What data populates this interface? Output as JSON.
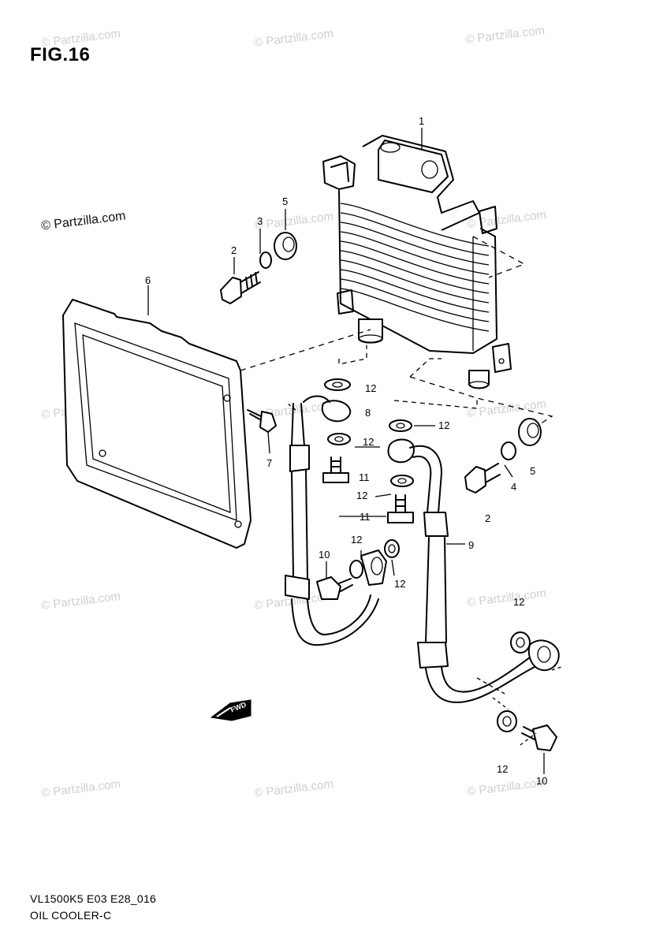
{
  "figure": {
    "title": "FIG.16"
  },
  "watermark": {
    "text": "© Partzilla.com"
  },
  "callouts": [
    {
      "id": "c1",
      "label": "1"
    },
    {
      "id": "c2a",
      "label": "2"
    },
    {
      "id": "c2b",
      "label": "2"
    },
    {
      "id": "c3",
      "label": "3"
    },
    {
      "id": "c4",
      "label": "4"
    },
    {
      "id": "c5a",
      "label": "5"
    },
    {
      "id": "c5b",
      "label": "5"
    },
    {
      "id": "c6",
      "label": "6"
    },
    {
      "id": "c7",
      "label": "7"
    },
    {
      "id": "c8",
      "label": "8"
    },
    {
      "id": "c9",
      "label": "9"
    },
    {
      "id": "c10a",
      "label": "10"
    },
    {
      "id": "c10b",
      "label": "10"
    },
    {
      "id": "c11a",
      "label": "11"
    },
    {
      "id": "c11b",
      "label": "11"
    },
    {
      "id": "c12a",
      "label": "12"
    },
    {
      "id": "c12b",
      "label": "12"
    },
    {
      "id": "c12c",
      "label": "12"
    },
    {
      "id": "c12d",
      "label": "12"
    },
    {
      "id": "c12e",
      "label": "12"
    },
    {
      "id": "c12f",
      "label": "12"
    },
    {
      "id": "c12g",
      "label": "12"
    },
    {
      "id": "c12h",
      "label": "12"
    }
  ],
  "fwd_marker": {
    "text": "FWD",
    "icon": "forward-arrow-icon"
  },
  "footer": {
    "code": "VL1500K5 E03 E28_016",
    "caption": "OIL COOLER-C"
  }
}
